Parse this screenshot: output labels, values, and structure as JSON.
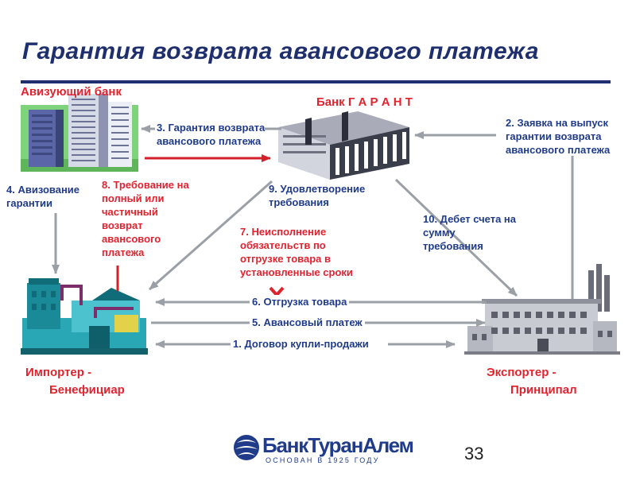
{
  "title": "Гарантия возврата авансового платежа",
  "parties": {
    "advising_bank": "Авизующий банк",
    "guarantor_bank": "Банк Г А Р А Н Т",
    "importer_line1": "Импортер -",
    "importer_line2": "Бенефициар",
    "exporter_line1": "Экспортер -",
    "exporter_line2": "Принципал"
  },
  "steps": {
    "s1": "1. Договор купли-продажи",
    "s2": [
      "2. Заявка на выпуск",
      "гарантии возврата",
      "авансового платежа"
    ],
    "s3": [
      "3. Гарантия возврата",
      "авансового платежа"
    ],
    "s4": [
      "4. Авизование",
      "гарантии"
    ],
    "s5": "5. Авансовый платеж",
    "s6": "6. Отгрузка товара",
    "s7": [
      "7. Неисполнение",
      "обязательств по",
      "отгрузке товара  в",
      "установленные сроки"
    ],
    "s8": [
      "8. Требование на",
      "полный или",
      "частичный",
      "возврат",
      "авансового",
      "платежа"
    ],
    "s9": [
      "9. Удовлетворение",
      "требования"
    ],
    "s10": [
      "10. Дебет счета на",
      "сумму",
      "требования"
    ]
  },
  "page_number": "33",
  "logo": {
    "name": "БанкТуранАлем",
    "tagline": "ОСНОВАН В 1925 ГОДУ"
  },
  "colors": {
    "title": "#1f2f6e",
    "red_label": "#e0242e",
    "blue_label": "#1f3b8a",
    "arrow_gray": "#9aa0a6",
    "arrow_red": "#d4202a",
    "cross_red": "#e0242e"
  },
  "icons": {
    "advising_bank": "office-tower-icon",
    "guarantor_bank": "bank-building-icon",
    "importer": "factory-complex-icon",
    "exporter": "factory-smokestacks-icon",
    "failure_mark": "cross-icon",
    "logo_mark": "globe-icon"
  }
}
